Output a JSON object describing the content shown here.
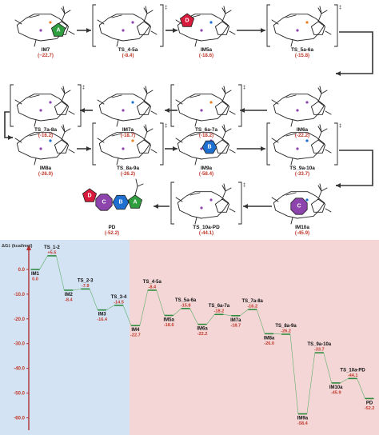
{
  "structures": [
    {
      "id": "IM7",
      "label": "IM7",
      "energy": "(−22.7)",
      "ring": {
        "letter": "A",
        "color": "#2e9e3e",
        "shape": "pent"
      },
      "bracket": false
    },
    {
      "id": "TS_4-5a",
      "label": "TS_4-5a",
      "energy": "(-8.4)",
      "ring": null,
      "bracket": true
    },
    {
      "id": "IM5a",
      "label": "IM5a",
      "energy": "(-18.6)",
      "ring": {
        "letter": "D",
        "color": "#d81b3c",
        "shape": "pent"
      },
      "bracket": false
    },
    {
      "id": "TS_5a-6a",
      "label": "TS_5a-6a",
      "energy": "(-15.8)",
      "ring": null,
      "bracket": true
    },
    {
      "id": "TS_7a-8a",
      "label": "TS_7a-8a",
      "energy": "(-16.2)",
      "ring": null,
      "bracket": true
    },
    {
      "id": "IM7a",
      "label": "IM7a",
      "energy": "(-18.7)",
      "ring": null,
      "bracket": false
    },
    {
      "id": "TS_6a-7a",
      "label": "TS_6a-7a",
      "energy": "(-18.2)",
      "ring": null,
      "bracket": true
    },
    {
      "id": "IM6a",
      "label": "IM6a",
      "energy": "(-22.2)",
      "ring": null,
      "bracket": false
    },
    {
      "id": "IM8a",
      "label": "IM8a",
      "energy": "(-26.0)",
      "ring": null,
      "bracket": false
    },
    {
      "id": "TS_8a-9a",
      "label": "TS_8a-9a",
      "energy": "(-26.2)",
      "ring": null,
      "bracket": true
    },
    {
      "id": "IM9a",
      "label": "IM9a",
      "energy": "(-58.4)",
      "ring": {
        "letter": "B",
        "color": "#1f6fd1",
        "shape": "hex"
      },
      "bracket": false
    },
    {
      "id": "TS_9a-10a",
      "label": "TS_9a-10a",
      "energy": "(-33.7)",
      "ring": null,
      "bracket": true
    },
    {
      "id": "PD",
      "label": "PD",
      "energy": "(-52.2)",
      "ring": null,
      "bracket": false
    },
    {
      "id": "TS_10a-PD",
      "label": "TS_10a-PD",
      "energy": "(-44.1)",
      "ring": null,
      "bracket": true
    },
    {
      "id": "IM10a",
      "label": "IM10a",
      "energy": "(-45.9)",
      "ring": {
        "letter": "C",
        "color": "#8e44ad",
        "shape": "oct"
      },
      "bracket": false
    }
  ],
  "pd_rings": [
    {
      "letter": "D",
      "color": "#d81b3c"
    },
    {
      "letter": "C",
      "color": "#8e44ad"
    },
    {
      "letter": "B",
      "color": "#1f6fd1"
    },
    {
      "letter": "A",
      "color": "#2e9e3e"
    }
  ],
  "ts_mark": "‡",
  "chart_data": {
    "type": "energy_profile",
    "ylabel": "ΔG‡ (kcal/mol)",
    "ylim": [
      -65,
      10
    ],
    "yticks": [
      "0.0",
      "-10.0",
      "-20.0",
      "-30.0",
      "-40.0",
      "-50.0",
      "-60.0"
    ],
    "tick_values": [
      0,
      -10,
      -20,
      -30,
      -40,
      -50,
      -60
    ],
    "regions": [
      {
        "color": "#d4e3f3"
      },
      {
        "color": "#f4d6d6"
      }
    ],
    "points": [
      {
        "name": "IM1",
        "value": 0.0,
        "label": "0.0",
        "ts": false
      },
      {
        "name": "TS_1-2",
        "value": 5.5,
        "label": "+5.5",
        "ts": true
      },
      {
        "name": "IM2",
        "value": -8.4,
        "label": "-8.4",
        "ts": false
      },
      {
        "name": "TS_2-3",
        "value": -7.9,
        "label": "-7.9",
        "ts": true
      },
      {
        "name": "IM3",
        "value": -16.4,
        "label": "-16.4",
        "ts": false
      },
      {
        "name": "TS_3-4",
        "value": -14.5,
        "label": "-14.5",
        "ts": true
      },
      {
        "name": "IM4",
        "value": -22.7,
        "label": "-22.7",
        "ts": false
      },
      {
        "name": "TS_4-5a",
        "value": -8.4,
        "label": "-8.4",
        "ts": true
      },
      {
        "name": "IM5a",
        "value": -18.6,
        "label": "-18.6",
        "ts": false
      },
      {
        "name": "TS_5a-6a",
        "value": -15.8,
        "label": "-15.8",
        "ts": true
      },
      {
        "name": "IM6a",
        "value": -22.2,
        "label": "-22.2",
        "ts": false
      },
      {
        "name": "TS_6a-7a",
        "value": -18.2,
        "label": "-18.2",
        "ts": true
      },
      {
        "name": "IM7a",
        "value": -18.7,
        "label": "-18.7",
        "ts": false
      },
      {
        "name": "TS_7a-8a",
        "value": -16.2,
        "label": "-16.2",
        "ts": true
      },
      {
        "name": "IM8a",
        "value": -26.0,
        "label": "-26.0",
        "ts": false
      },
      {
        "name": "TS_8a-9a",
        "value": -26.2,
        "label": "-26.2",
        "ts": true
      },
      {
        "name": "IM9a",
        "value": -58.4,
        "label": "-58.4",
        "ts": false
      },
      {
        "name": "TS_9a-10a",
        "value": -33.7,
        "label": "-33.7",
        "ts": true
      },
      {
        "name": "IM10a",
        "value": -45.9,
        "label": "-45.9",
        "ts": false
      },
      {
        "name": "TS_10a-PD",
        "value": -44.1,
        "label": "-44.1",
        "ts": true
      },
      {
        "name": "PD",
        "value": -52.2,
        "label": "-52.2",
        "ts": false
      }
    ]
  }
}
